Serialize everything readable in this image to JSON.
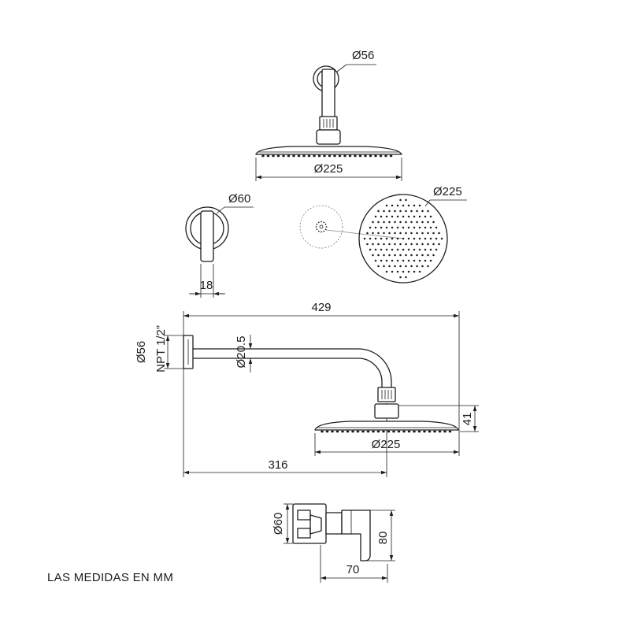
{
  "note": "LAS MEDIDAS EN MM",
  "top_view": {
    "flange_diameter": "Ø56",
    "head_diameter": "Ø225"
  },
  "arm_flange_view": {
    "flange_diameter": "Ø60",
    "arm_depth": "18"
  },
  "head_face_view": {
    "head_diameter": "Ø225"
  },
  "side_view": {
    "total_length": "429",
    "flange_diameter": "Ø56",
    "thread": "NPT 1/2”",
    "arm_diameter": "Ø20.5",
    "head_height": "41",
    "head_diameter": "Ø225",
    "arm_reach": "316"
  },
  "valve_view": {
    "flange_diameter": "Ø60",
    "height": "80",
    "depth": "70"
  },
  "colors": {
    "line": "#1c1c1c",
    "hidden_line": "#8a8a8a",
    "background": "#ffffff"
  }
}
